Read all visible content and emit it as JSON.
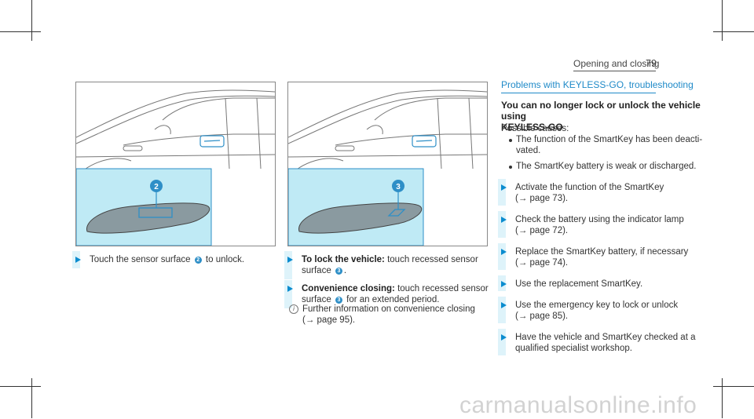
{
  "header": {
    "section_title": "Opening and closing",
    "page_number": "79"
  },
  "figures": [
    {
      "callout": "2"
    },
    {
      "callout": "3"
    }
  ],
  "col1": {
    "step1_pre": "Touch the sensor surface",
    "step1_badge": "2",
    "step1_post": "to unlock."
  },
  "col2": {
    "step1_label": "To lock the vehicle:",
    "step1_text_a": "touch recessed sensor",
    "step1_text_b": "surface",
    "step1_badge": "3",
    "step2_label": "Convenience closing:",
    "step2_text_a": "touch recessed sensor",
    "step2_text_b": "surface",
    "step2_badge": "3",
    "step2_text_c": "for an extended period.",
    "info_icon_glyph": "i",
    "info_line1": "Further information on convenience closing",
    "info_line2": "(→ page 95)."
  },
  "col3": {
    "section_title": "Problems with KEYLESS-GO, troubleshooting",
    "sub_title_line1": "You can no longer lock or unlock the vehicle using",
    "sub_title_line2": "KEYLESS-GO",
    "causes_label": "Possible causes:",
    "causes": [
      {
        "line1": "The function of the SmartKey has been deacti-",
        "line2": "vated."
      },
      {
        "line1": "The SmartKey battery is weak or discharged.",
        "line2": ""
      }
    ],
    "steps": [
      {
        "line1": "Activate the function of the SmartKey",
        "line2": "(→ page 73)."
      },
      {
        "line1": "Check the battery using the indicator lamp",
        "line2": "(→ page 72)."
      },
      {
        "line1": "Replace the SmartKey battery, if necessary",
        "line2": "(→ page 74)."
      },
      {
        "line1": "Use the replacement SmartKey.",
        "line2": ""
      },
      {
        "line1": "Use the emergency key to lock or unlock",
        "line2": "(→ page 85)."
      },
      {
        "line1": "Have the vehicle and SmartKey checked at a",
        "line2": "qualified specialist workshop."
      }
    ]
  },
  "watermark": "carmanualsonline.info",
  "colors": {
    "accent": "#0b8ccf",
    "highlight": "#def3fa",
    "figure_inset": "#bfeaf5"
  }
}
